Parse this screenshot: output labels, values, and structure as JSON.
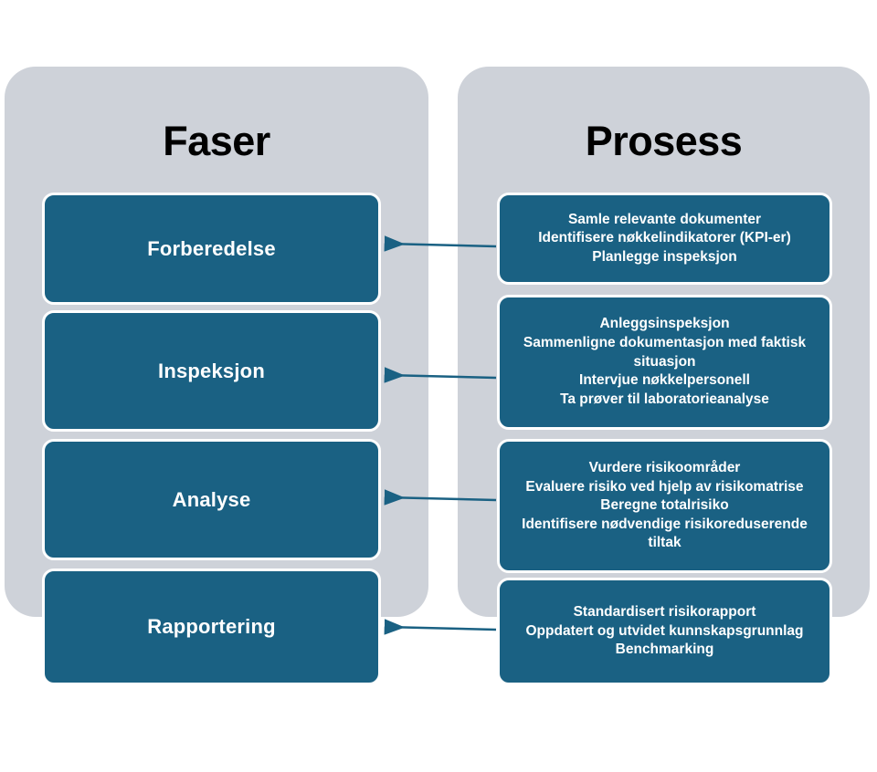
{
  "columns": {
    "left": {
      "title": "Faser"
    },
    "right": {
      "title": "Prosess"
    }
  },
  "colors": {
    "box_fill": "#1a6183",
    "panel_fill": "#ced2d9",
    "box_border": "#ffffff",
    "arrow": "#1a6183",
    "title_text": "#000000",
    "box_text": "#ffffff"
  },
  "phases": [
    {
      "label": "Forberedelse"
    },
    {
      "label": "Inspeksjon"
    },
    {
      "label": "Analyse"
    },
    {
      "label": "Rapportering"
    }
  ],
  "process_steps": [
    {
      "lines": [
        "Samle relevante dokumenter",
        "Identifisere nøkkelindikatorer (KPI-er)",
        "Planlegge inspeksjon"
      ]
    },
    {
      "lines": [
        "Anleggsinspeksjon",
        "Sammenligne dokumentasjon med faktisk situasjon",
        "Intervjue nøkkelpersonell",
        "Ta prøver til laboratorieanalyse"
      ]
    },
    {
      "lines": [
        "Vurdere risikoområder",
        "Evaluere risiko ved hjelp av risikomatrise",
        "Beregne totalrisiko",
        "Identifisere nødvendige risikoreduserende tiltak"
      ]
    },
    {
      "lines": [
        "Standardisert risikorapport",
        "Oppdatert og utvidet kunnskapsgrunnlag",
        "Benchmarking"
      ]
    }
  ],
  "connectors": [
    {
      "from": "process-0",
      "to": "phase-0",
      "direction": "left"
    },
    {
      "from": "process-1",
      "to": "phase-1",
      "direction": "left"
    },
    {
      "from": "process-2",
      "to": "phase-2",
      "direction": "left"
    },
    {
      "from": "process-3",
      "to": "phase-3",
      "direction": "left"
    }
  ]
}
